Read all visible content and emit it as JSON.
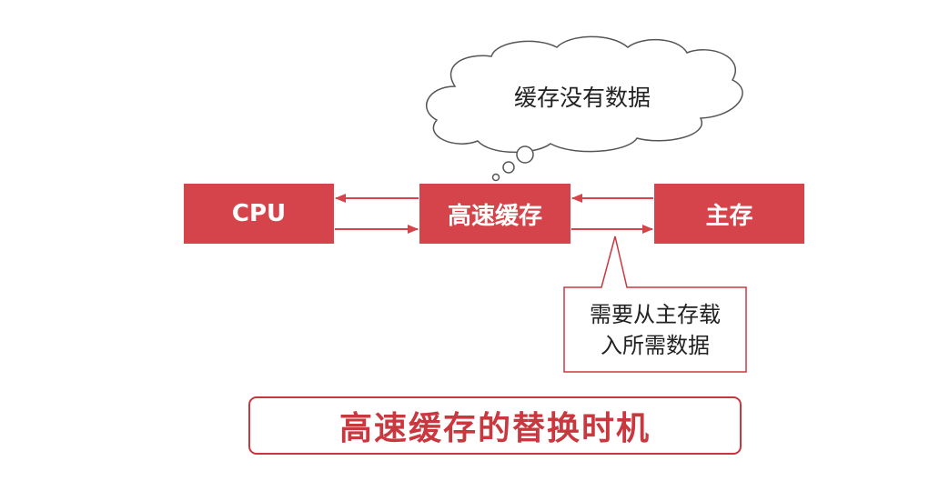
{
  "diagram": {
    "cloud": {
      "text": "缓存没有数据"
    },
    "boxes": {
      "cpu": "CPU",
      "cache": "高速缓存",
      "memory": "主存"
    },
    "callout": {
      "line1": "需要从主存载",
      "line2": "入所需数据"
    },
    "title": "高速缓存的替换时机",
    "colors": {
      "box_fill": "#d4444a",
      "title_border": "#c9383f",
      "arrow": "#d4444a"
    }
  }
}
